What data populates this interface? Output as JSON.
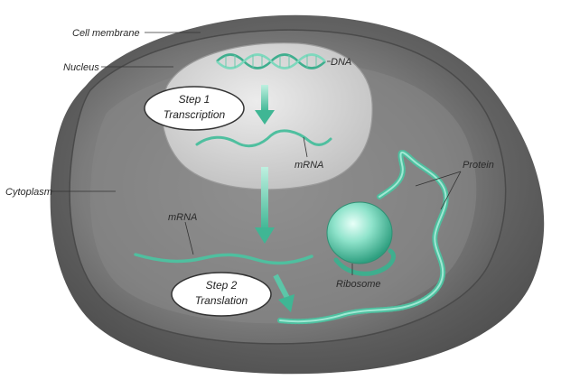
{
  "labels": {
    "cell_membrane": "Cell membrane",
    "nucleus": "Nucleus",
    "cytoplasm": "Cytoplasm",
    "dna": "DNA",
    "mrna_nucleus": "mRNA",
    "mrna_cytoplasm": "mRNA",
    "protein": "Protein",
    "ribosome": "Ribosome"
  },
  "steps": [
    {
      "title": "Step 1",
      "name": "Transcription"
    },
    {
      "title": "Step 2",
      "name": "Translation"
    }
  ],
  "colors": {
    "cell_outer": "#6a6a6a",
    "cell_inner": "#8a8a8a",
    "nucleus": "#d9d9d9",
    "strand": "#4fbf9f",
    "arrow": "#5cc6a8",
    "ribosome": "#7fe0c6"
  }
}
